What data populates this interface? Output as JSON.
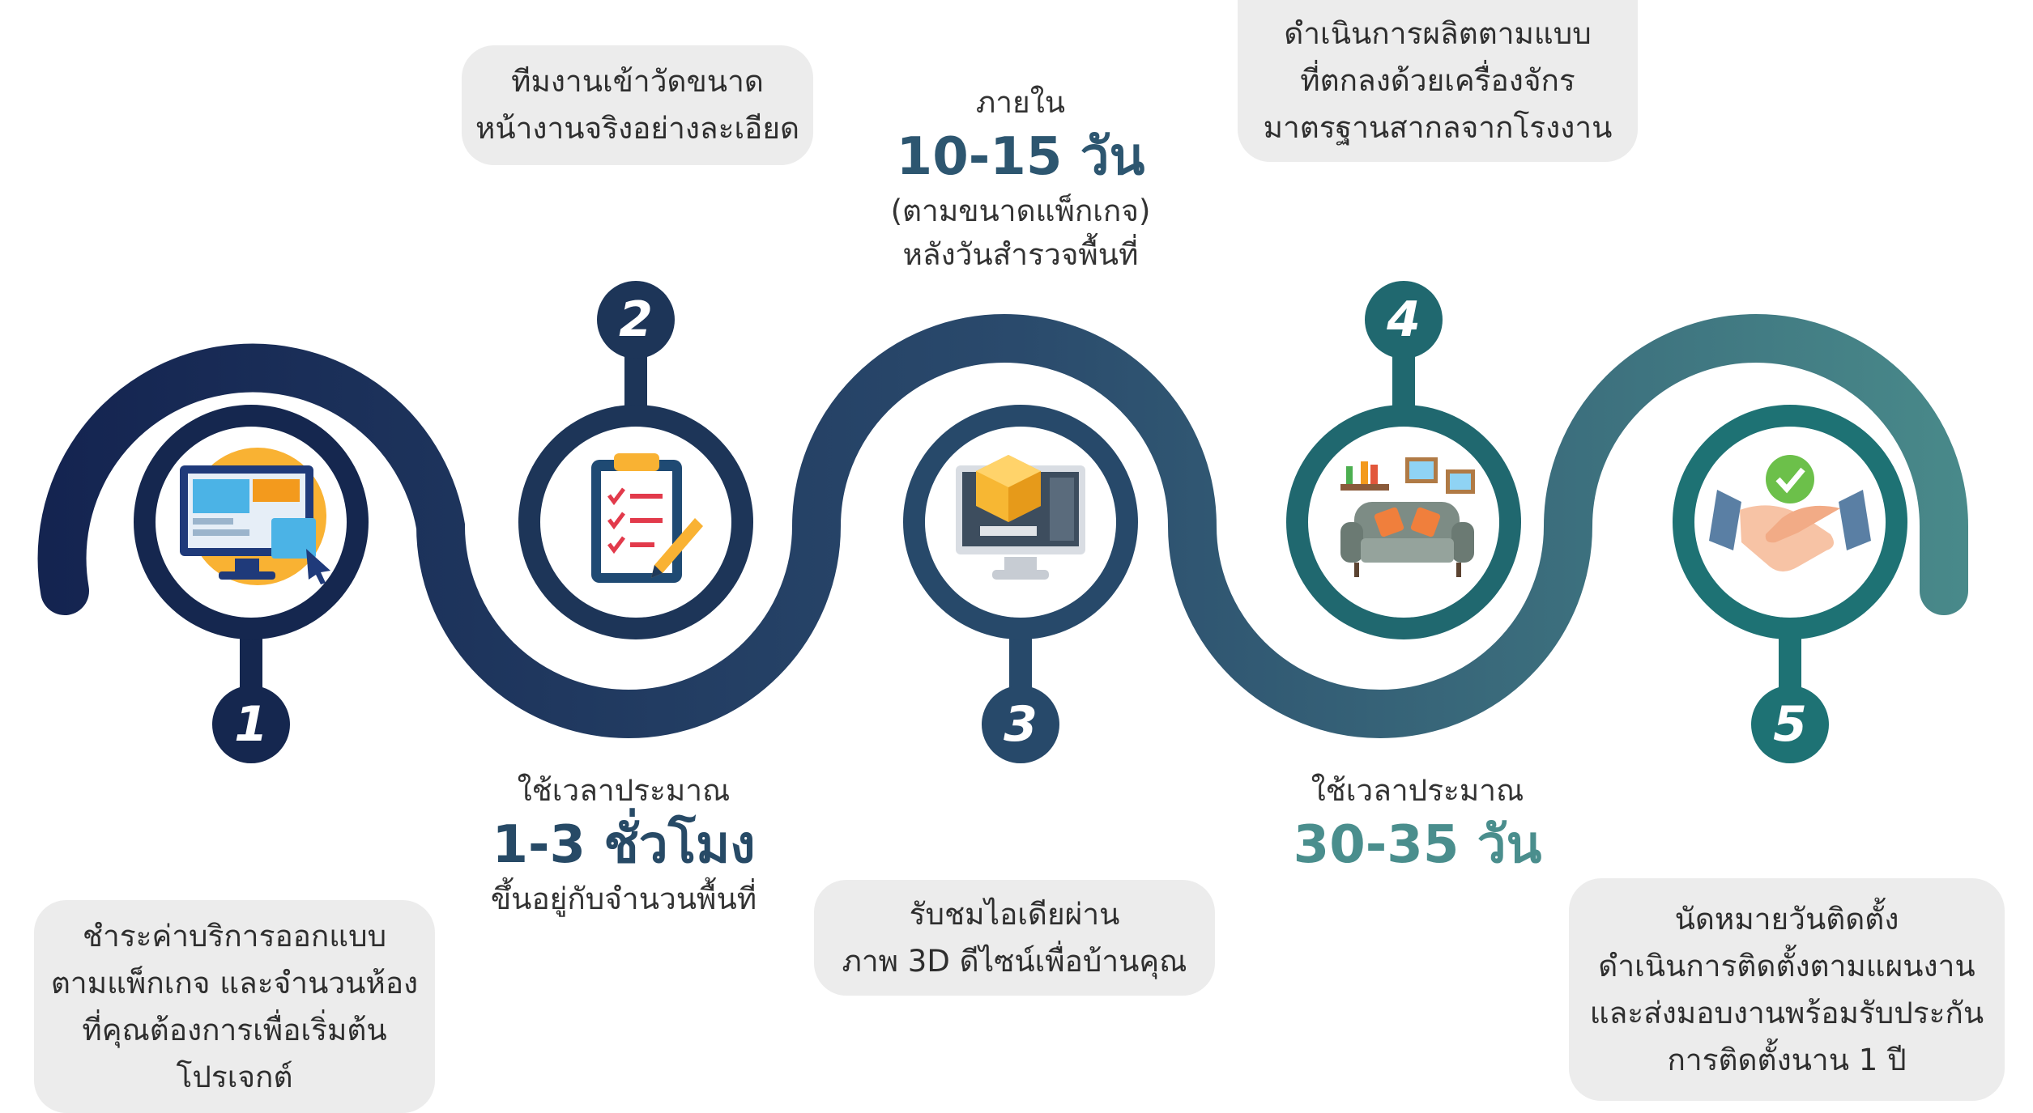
{
  "colors": {
    "gradient_start": "#13224f",
    "gradient_mid": "#2a4a6c",
    "gradient_end": "#4b8e8c",
    "box_bg": "#ececec",
    "highlight_dark": "#274a66",
    "highlight_teal": "#4a8e8d"
  },
  "steps": [
    {
      "number": "1",
      "icon": "design-monitor-icon",
      "box_lines": [
        "ชำระค่าบริการออกแบบ",
        "ตามแพ็กเกจ และจำนวนห้อง",
        "ที่คุณต้องการเพื่อเริ่มต้น",
        "โปรเจกต์"
      ]
    },
    {
      "number": "2",
      "icon": "clipboard-checklist-icon",
      "box_lines": [
        "ทีมงานเข้าวัดขนาด",
        "หน้างานจริงอย่างละเอียด"
      ],
      "timing": {
        "pre": "ใช้เวลาประมาณ",
        "big": "1-3 ชั่วโมง",
        "post": "ขึ้นอยู่กับจำนวนพื้นที่"
      }
    },
    {
      "number": "3",
      "icon": "3d-design-computer-icon",
      "box_lines": [
        "รับชมไอเดียผ่าน",
        "ภาพ 3D ดีไซน์เพื่อบ้านคุณ"
      ],
      "timing": {
        "pre": "ภายใน",
        "big": "10-15 วัน",
        "post1": "(ตามขนาดแพ็กเกจ)",
        "post2": "หลังวันสำรวจพื้นที่"
      }
    },
    {
      "number": "4",
      "icon": "sofa-furniture-icon",
      "box_lines": [
        "ดำเนินการผลิตตามแบบ",
        "ที่ตกลงด้วยเครื่องจักร",
        "มาตรฐานสากลจากโรงงาน"
      ],
      "timing": {
        "pre": "ใช้เวลาประมาณ",
        "big": "30-35 วัน"
      }
    },
    {
      "number": "5",
      "icon": "handshake-check-icon",
      "box_lines": [
        "นัดหมายวันติดตั้ง",
        "ดำเนินการติดตั้งตามแผนงาน",
        "และส่งมอบงานพร้อมรับประกัน",
        "การติดตั้งนาน 1 ปี"
      ]
    }
  ]
}
